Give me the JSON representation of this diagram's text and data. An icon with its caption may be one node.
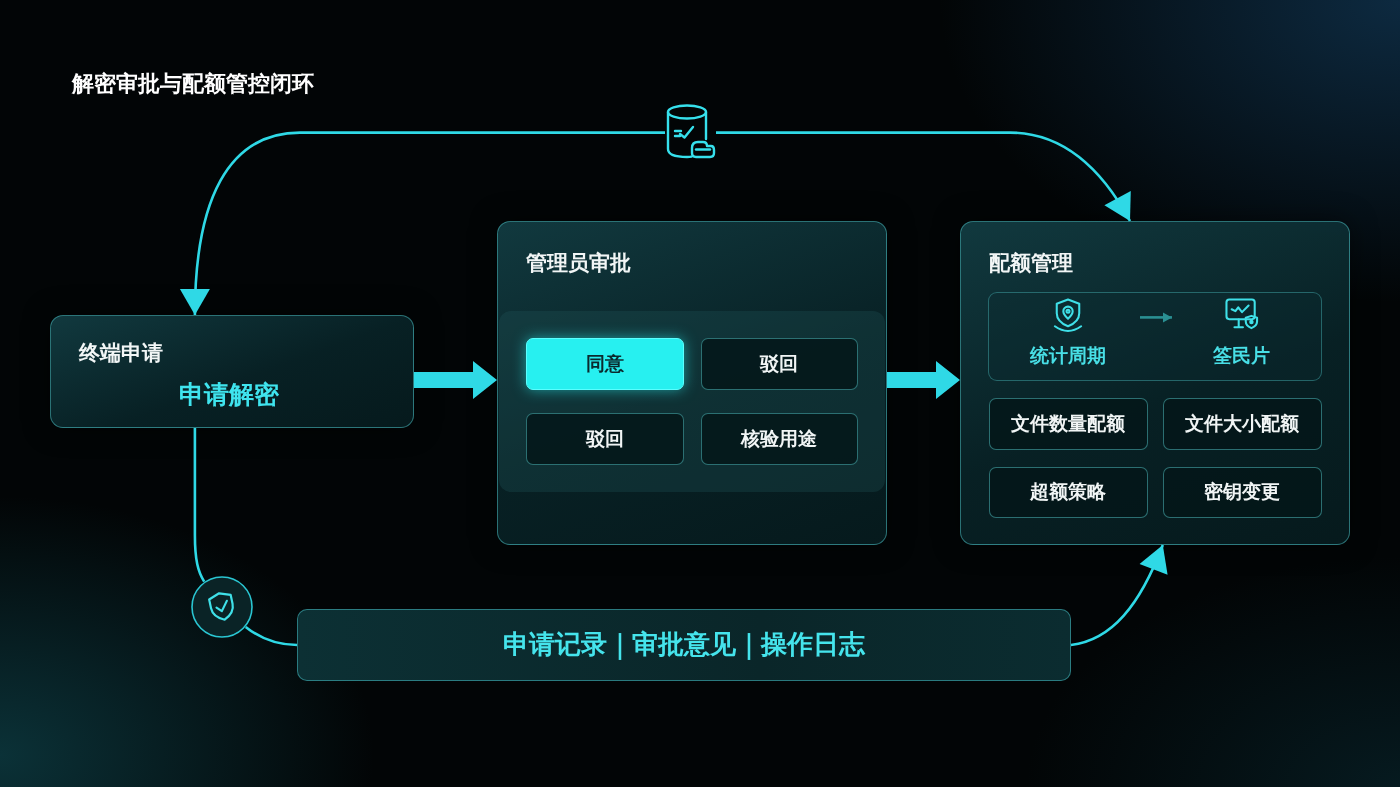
{
  "diagram": {
    "title": "解密审批与配额管控闭环",
    "nodes": [
      {
        "text": [],
        "shape": "cylinder"
      },
      {
        "text": [
          "终端申请",
          "申请解密"
        ]
      },
      {
        "text": [
          "管理员审批"
        ]
      },
      {
        "text": [],
        "shape": "box",
        "in": 2
      },
      {
        "text": [
          "同意"
        ],
        "in": 3
      },
      {
        "text": [
          "驳回"
        ],
        "in": 3
      },
      {
        "text": [
          "驳回"
        ],
        "in": 3
      },
      {
        "text": [
          "核验用途"
        ],
        "in": 3
      },
      {
        "text": [
          "配额管理"
        ]
      },
      {
        "text": [],
        "shape": "box",
        "in": 8
      },
      {
        "text": [
          "统计周期"
        ],
        "in": 9
      },
      {
        "text": [
          "筌民片"
        ],
        "in": 9
      },
      {
        "text": [
          "文件数量配额"
        ],
        "in": 8
      },
      {
        "text": [
          "文件大小配额"
        ],
        "in": 8
      },
      {
        "text": [
          "超额策略"
        ],
        "in": 8
      },
      {
        "text": [
          "密钥变更"
        ],
        "in": 8
      },
      {
        "text": [],
        "shape": "circle"
      },
      {
        "text": [
          "申请记录｜审批意见｜操作日志"
        ]
      }
    ],
    "edges": [
      {
        "from": 0,
        "to": 1,
        "arrow": "to"
      },
      {
        "from": 0,
        "to": 8,
        "arrow": "to"
      },
      {
        "from": 1,
        "to": 2,
        "arrow": "to",
        "style": "thick"
      },
      {
        "from": 2,
        "to": 8,
        "arrow": "to",
        "style": "thick"
      },
      {
        "from": 10,
        "to": 11,
        "arrow": "to",
        "color": "#2a8f92"
      },
      {
        "from": 1,
        "to": 16,
        "arrow": "none"
      },
      {
        "from": 16,
        "to": 17,
        "arrow": "none"
      },
      {
        "from": 17,
        "to": 8,
        "arrow": "to"
      }
    ]
  }
}
